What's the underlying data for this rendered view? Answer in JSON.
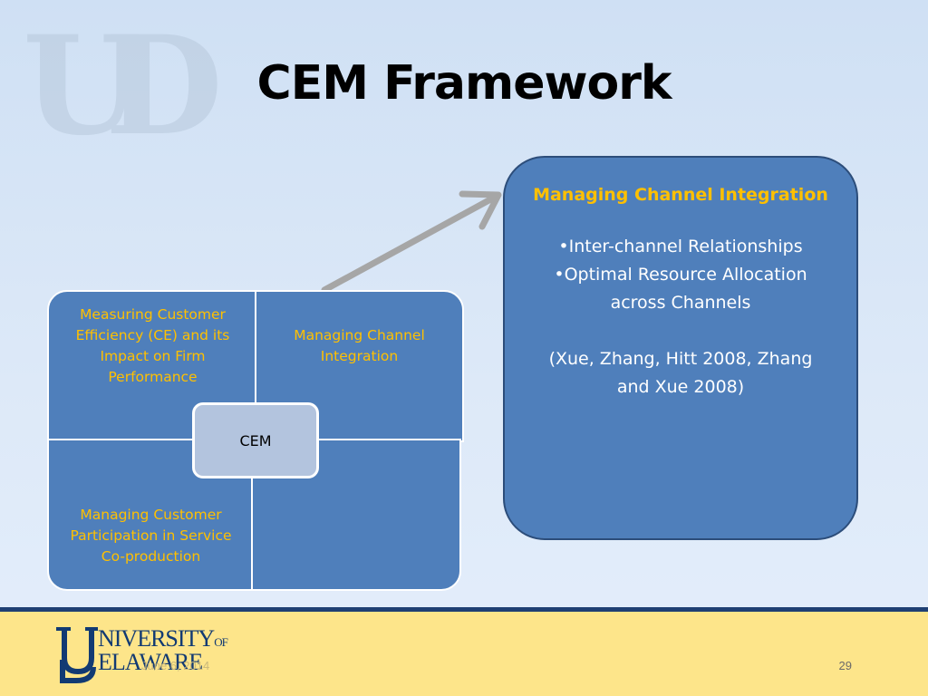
{
  "slide": {
    "title": "CEM Framework",
    "page_number": "29",
    "date": "June 6, 2014"
  },
  "grid": {
    "top_left": "Measuring  Customer Efficiency (CE) and its Impact on Firm Performance",
    "top_right": "Managing Channel Integration",
    "bottom_left": "Managing Customer Participation in Service Co-production",
    "bottom_right": "",
    "center": "CEM"
  },
  "detail": {
    "title": "Managing Channel Integration",
    "bullet_1": "•Inter-channel Relationships",
    "bullet_2": "•Optimal Resource Allocation across Channels",
    "citation": "(Xue, Zhang, Hitt 2008, Zhang and Xue 2008)"
  },
  "footer": {
    "logo_line_1": "NIVERSITY",
    "logo_of": "OF",
    "logo_line_2": "ELAWARE"
  },
  "colors": {
    "box_fill": "#4f7fbb",
    "accent_text": "#ffc000",
    "footer_band": "#fde58a",
    "footer_rule": "#1f3f73"
  }
}
